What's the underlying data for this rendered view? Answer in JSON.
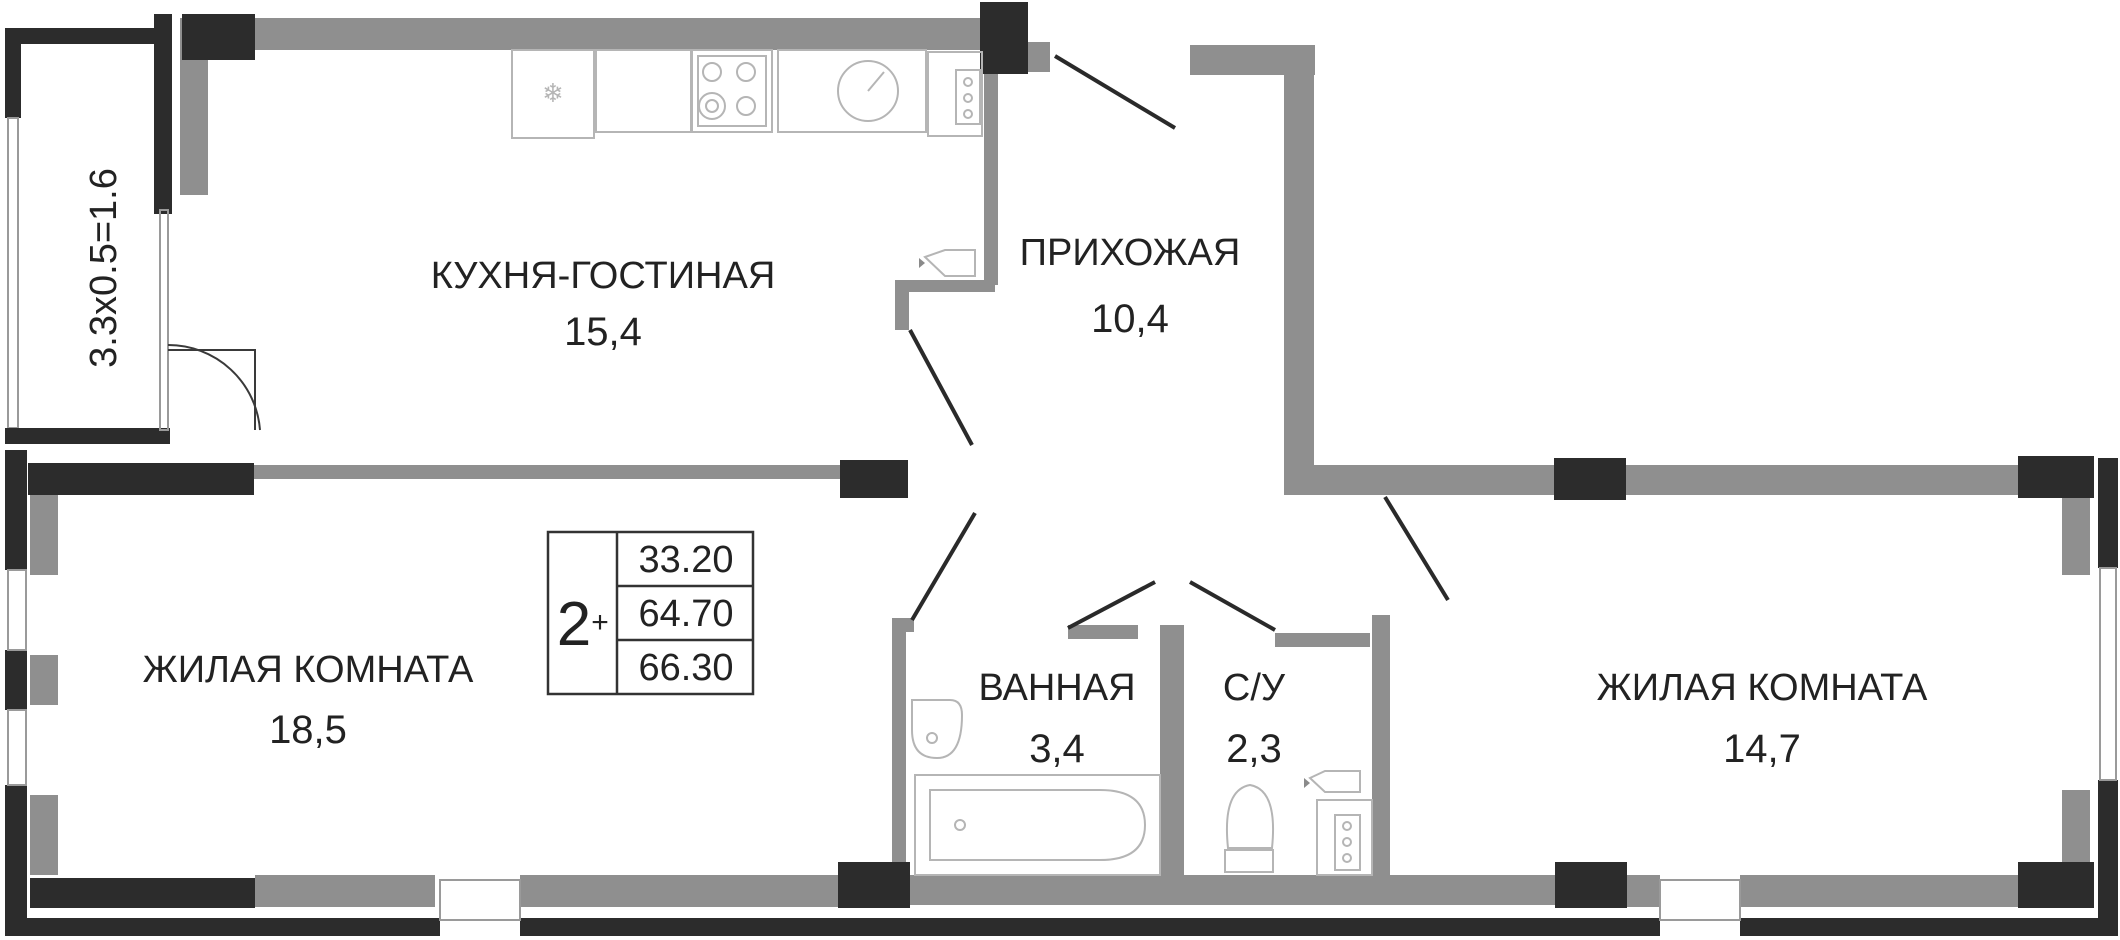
{
  "rooms": [
    {
      "name": "КУХНЯ-ГОСТИНАЯ",
      "area": "15,4"
    },
    {
      "name": "ПРИХОЖАЯ",
      "area": "10,4"
    },
    {
      "name": "ЖИЛАЯ КОМНАТА",
      "area": "18,5"
    },
    {
      "name": "ВАННАЯ",
      "area": "3,4"
    },
    {
      "name": "С/У",
      "area": "2,3"
    },
    {
      "name": "ЖИЛАЯ КОМНАТА",
      "area": "14,7"
    }
  ],
  "balcony": {
    "label": "3.3x0.5=1.6"
  },
  "summary": {
    "rooms_label": "2",
    "rooms_suffix": "+",
    "values": [
      "33.20",
      "64.70",
      "66.30"
    ]
  },
  "colors": {
    "wall": "#8f8f8f",
    "column": "#2c2c2c",
    "fixture": "#b5b5b5",
    "text": "#222222"
  }
}
